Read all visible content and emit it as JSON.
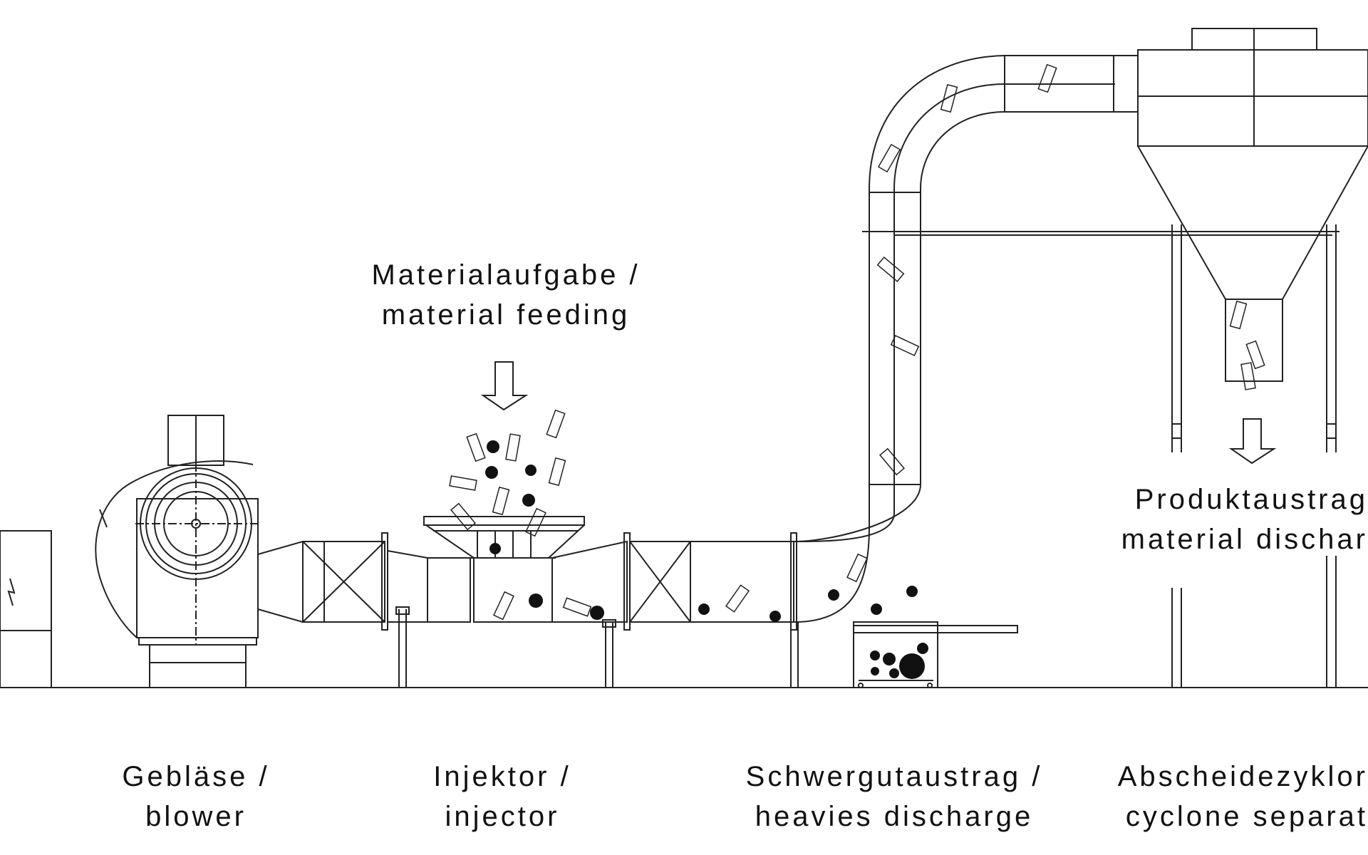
{
  "labels": {
    "feeding": {
      "de": "Materialaufgabe /",
      "en": "material feeding"
    },
    "product": {
      "de": "Produktaustrag",
      "en": "material dischar"
    },
    "blower": {
      "de": "Gebläse /",
      "en": "blower"
    },
    "injector": {
      "de": "Injektor /",
      "en": "injector"
    },
    "heavies": {
      "de": "Schwergutaustrag /",
      "en": "heavies discharge"
    },
    "cyclone": {
      "de": "Abscheidezyklor",
      "en": "cyclone separat"
    }
  },
  "colors": {
    "line": "#222222",
    "particle": "#111111",
    "background": "#ffffff"
  }
}
